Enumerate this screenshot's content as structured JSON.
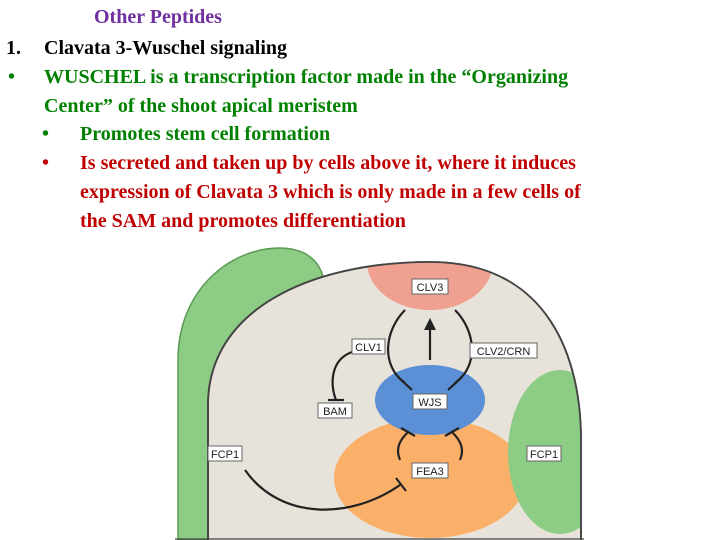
{
  "slide": {
    "title": "Other Peptides",
    "items": [
      {
        "marker": "1.",
        "text": "Clavata 3-Wuschel signaling"
      },
      {
        "marker": "•",
        "lines": [
          "WUSCHEL is a transcription factor made in the “Organizing",
          "Center” of the shoot apical meristem"
        ]
      }
    ],
    "subitems": [
      {
        "marker": "•",
        "lines": [
          "Promotes stem cell formation"
        ]
      },
      {
        "marker": "•",
        "lines": [
          "Is secreted and taken up by cells above it, where it induces",
          "expression of Clavata 3 which is only made in a few cells of",
          "the SAM and promotes differentiation"
        ]
      }
    ]
  },
  "diagram": {
    "labels": {
      "clv3": "CLV3",
      "clv1": "CLV1",
      "clv2crn": "CLV2/CRN",
      "bam": "BAM",
      "wjs": "WJS",
      "fea3": "FEA3",
      "fcp1_left": "FCP1",
      "fcp1_right": "FCP1"
    },
    "colors": {
      "meristem_fill": "#e8e3da",
      "clv3_zone": "#f0a090",
      "wjs_zone": "#5b8fd6",
      "fea3_zone": "#fbb06a",
      "fcp1_zone": "#8ccc84",
      "green_text": "#008000",
      "red_text": "#c00000",
      "purple_title": "#7030a0"
    }
  }
}
